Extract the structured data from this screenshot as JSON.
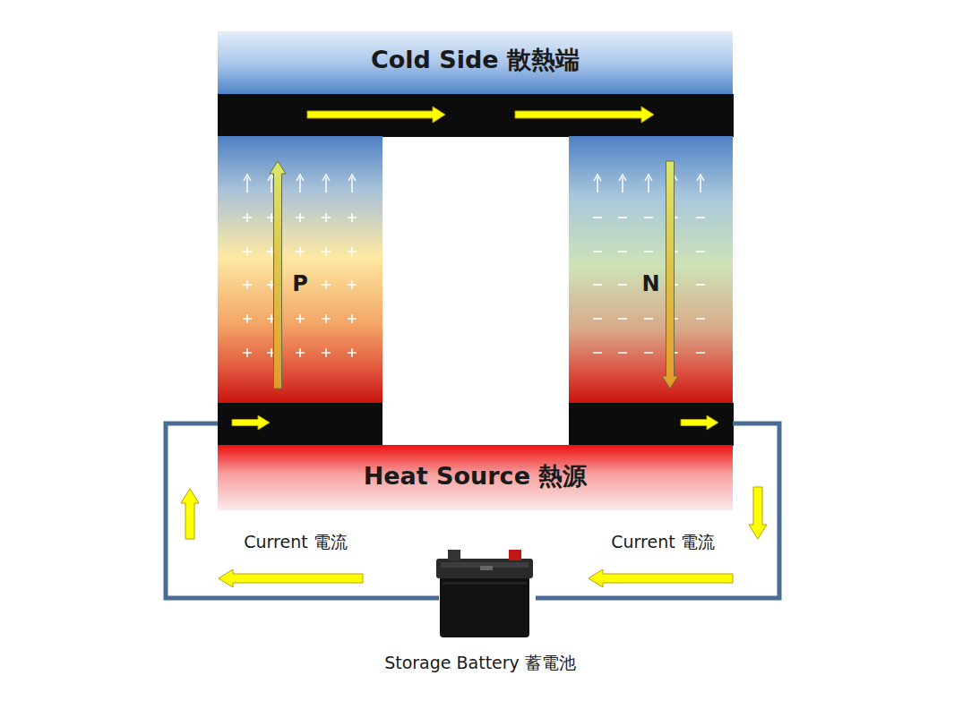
{
  "diagram": {
    "nodes": [
      {
        "text": [
          "Cold Side 散熱端"
        ]
      },
      {
        "text": [
          "P"
        ]
      },
      {
        "text": [
          "N"
        ]
      },
      {
        "text": [
          "Heat Source 熱源"
        ]
      }
    ],
    "labels": [
      "Current 電流",
      "Current 電流",
      "Storage Battery 蓄電池"
    ]
  }
}
